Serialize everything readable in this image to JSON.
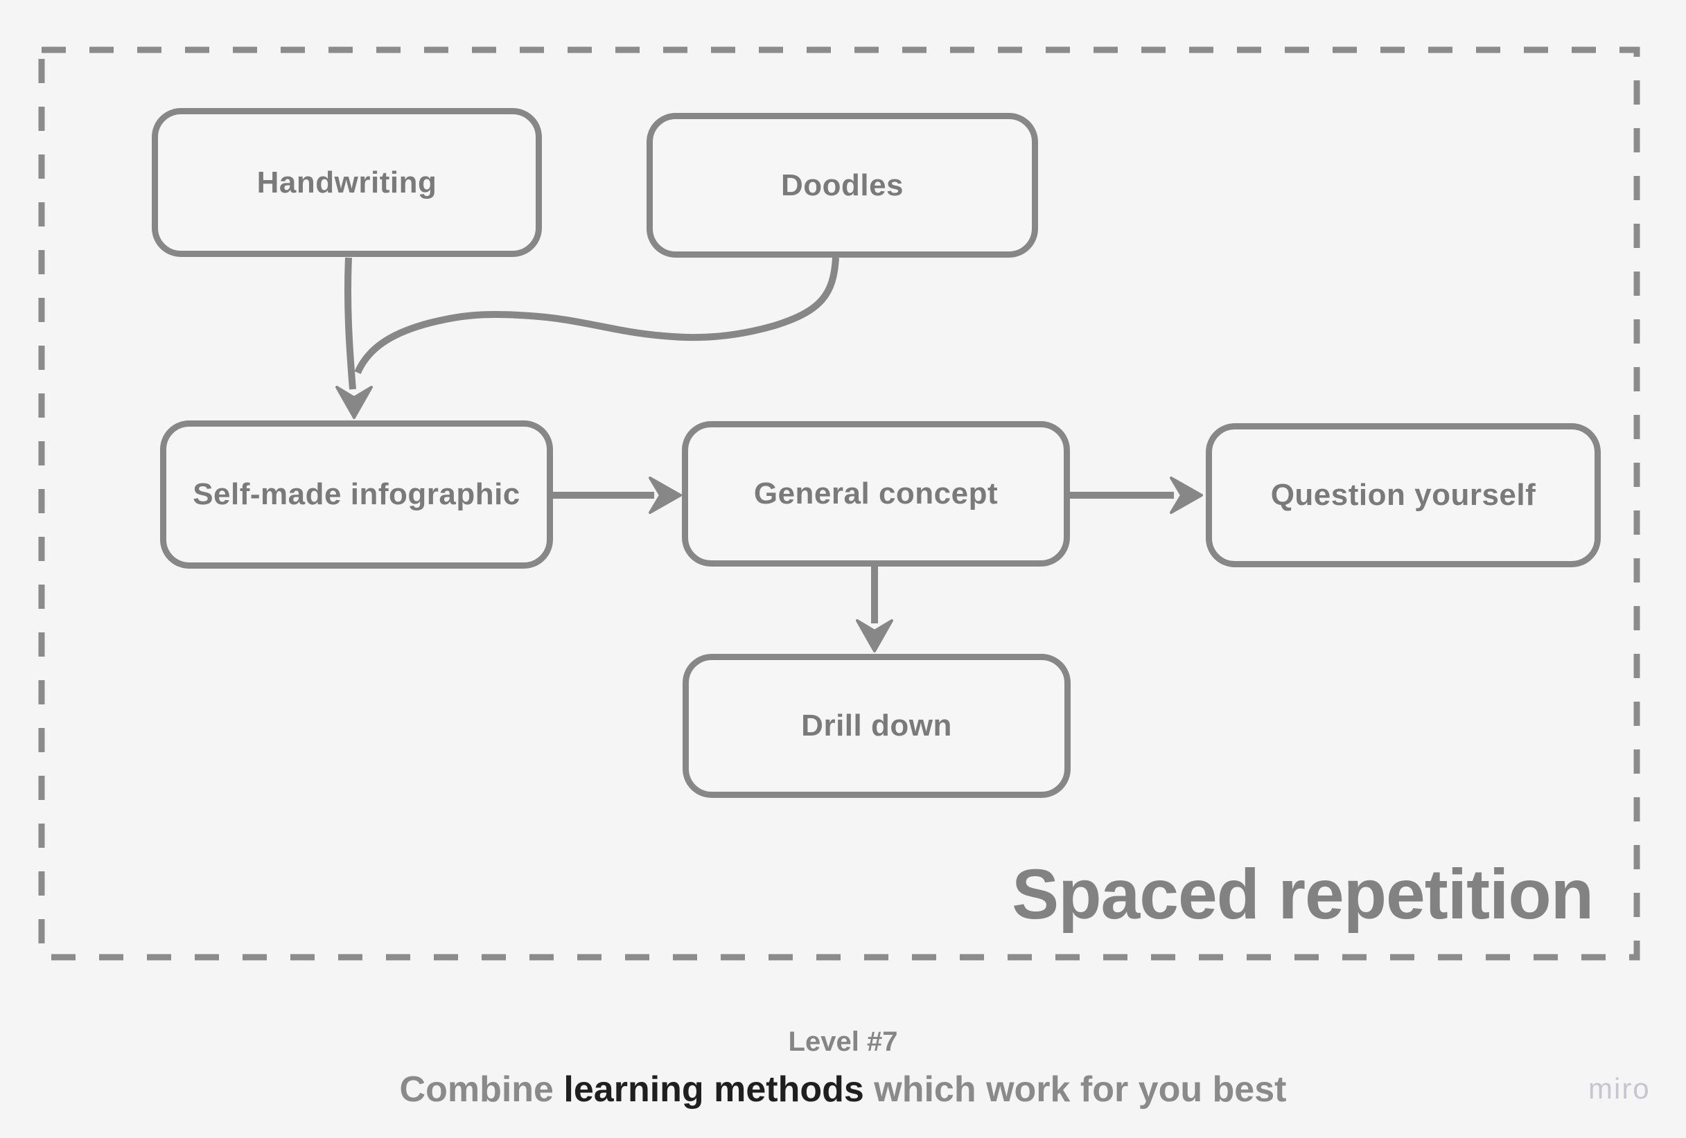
{
  "diagram": {
    "frame_title": "Spaced repetition",
    "nodes": [
      {
        "id": "handwriting",
        "label": "Handwriting"
      },
      {
        "id": "doodles",
        "label": "Doodles"
      },
      {
        "id": "self-made-infographic",
        "label": "Self-made infographic"
      },
      {
        "id": "general-concept",
        "label": "General concept"
      },
      {
        "id": "question-yourself",
        "label": "Question yourself"
      },
      {
        "id": "drill-down",
        "label": "Drill down"
      }
    ],
    "edges": [
      {
        "from": "Handwriting",
        "to": "Self-made infographic"
      },
      {
        "from": "Doodles",
        "to": "Self-made infographic"
      },
      {
        "from": "Self-made infographic",
        "to": "General concept"
      },
      {
        "from": "General concept",
        "to": "Question yourself"
      },
      {
        "from": "General concept",
        "to": "Drill down"
      }
    ]
  },
  "caption": {
    "level": "Level #7",
    "line_prefix": "Combine ",
    "line_emphasis": "learning methods",
    "line_suffix": " which work for you best"
  },
  "watermark": "miro",
  "colors": {
    "background": "#f5f5f6",
    "shape_stroke": "#878787",
    "frame_dash": "#8b8b8b",
    "node_text": "#7a7a7a",
    "frame_title_text": "#828282",
    "caption_gray": "#8a8a8a",
    "caption_emphasis": "#1f1f1f",
    "watermark_text": "#c6c6d0"
  }
}
